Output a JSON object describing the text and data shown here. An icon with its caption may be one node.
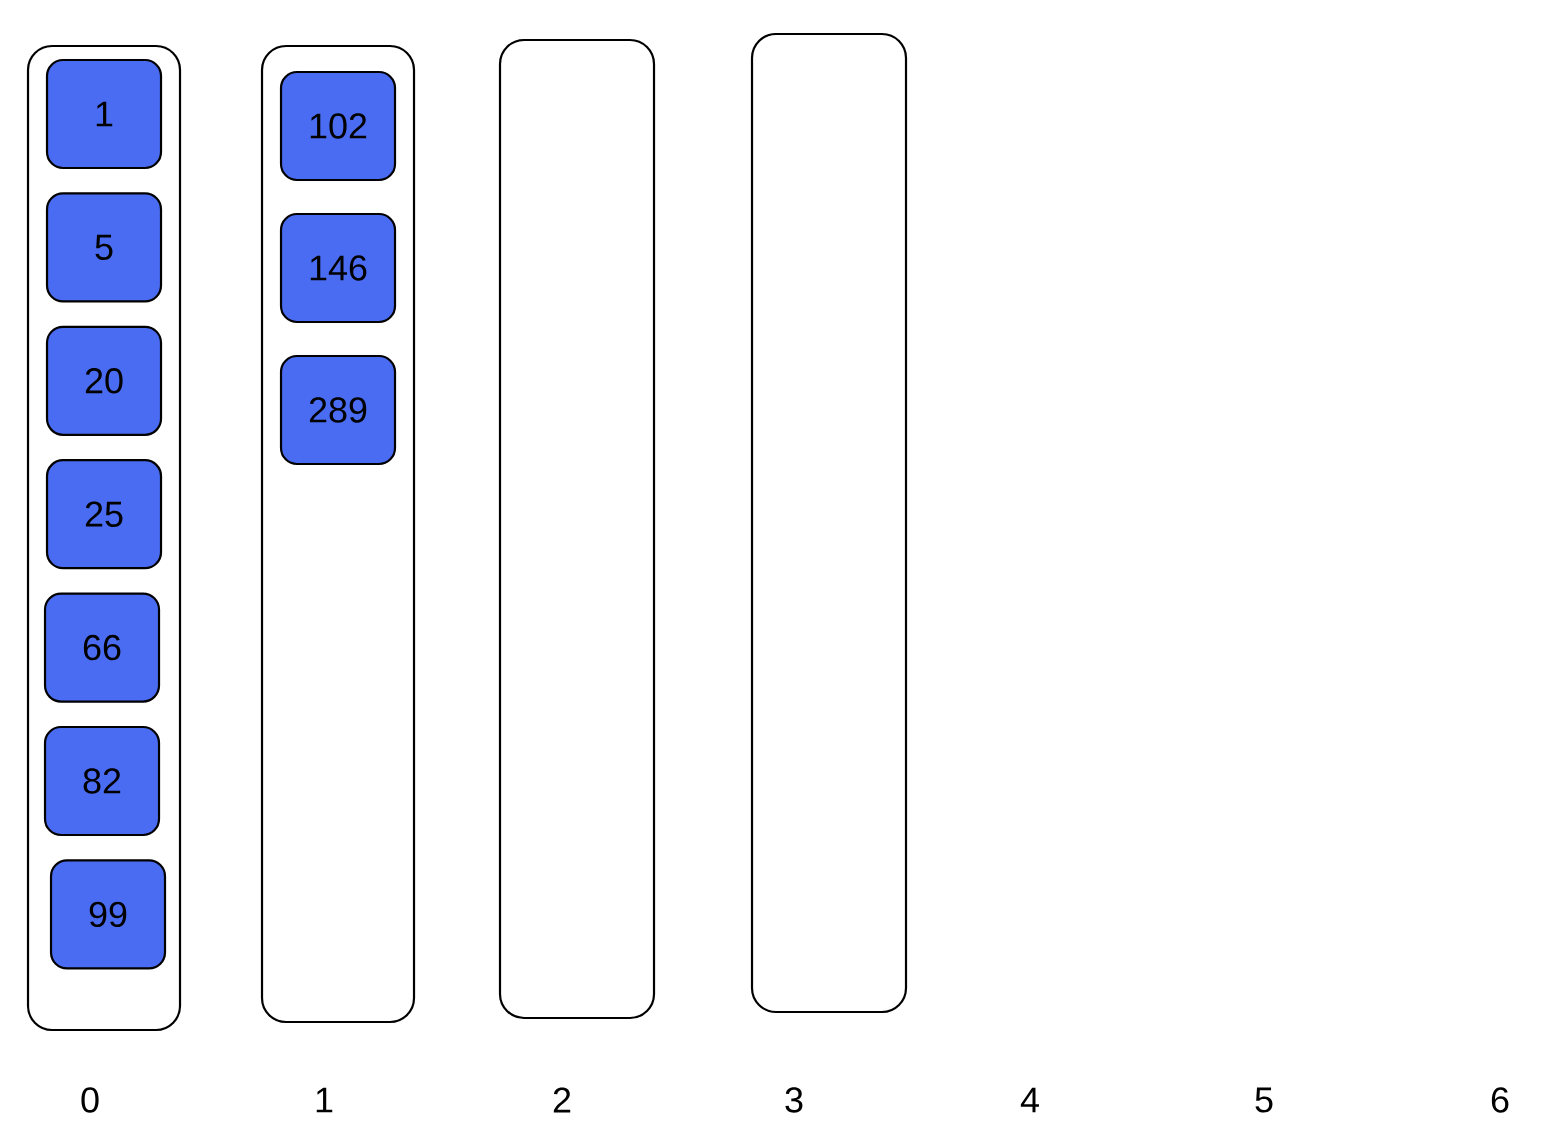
{
  "diagram": {
    "nodes": [
      {
        "text": [],
        "shape": "box"
      },
      {
        "text": [
          "1"
        ],
        "in": 0
      },
      {
        "text": [
          "5"
        ],
        "in": 0
      },
      {
        "text": [
          "20"
        ],
        "in": 0
      },
      {
        "text": [
          "25"
        ],
        "in": 0
      },
      {
        "text": [
          "66"
        ],
        "in": 0
      },
      {
        "text": [
          "82"
        ],
        "in": 0
      },
      {
        "text": [
          "99"
        ],
        "in": 0
      },
      {
        "text": [],
        "shape": "box"
      },
      {
        "text": [
          "102"
        ],
        "in": 8
      },
      {
        "text": [
          "146"
        ],
        "in": 8
      },
      {
        "text": [
          "289"
        ],
        "in": 8
      },
      {
        "text": [],
        "shape": "box"
      },
      {
        "text": [],
        "shape": "box"
      }
    ],
    "labels": [
      "0",
      "1",
      "2",
      "3",
      "4",
      "5",
      "6"
    ]
  }
}
